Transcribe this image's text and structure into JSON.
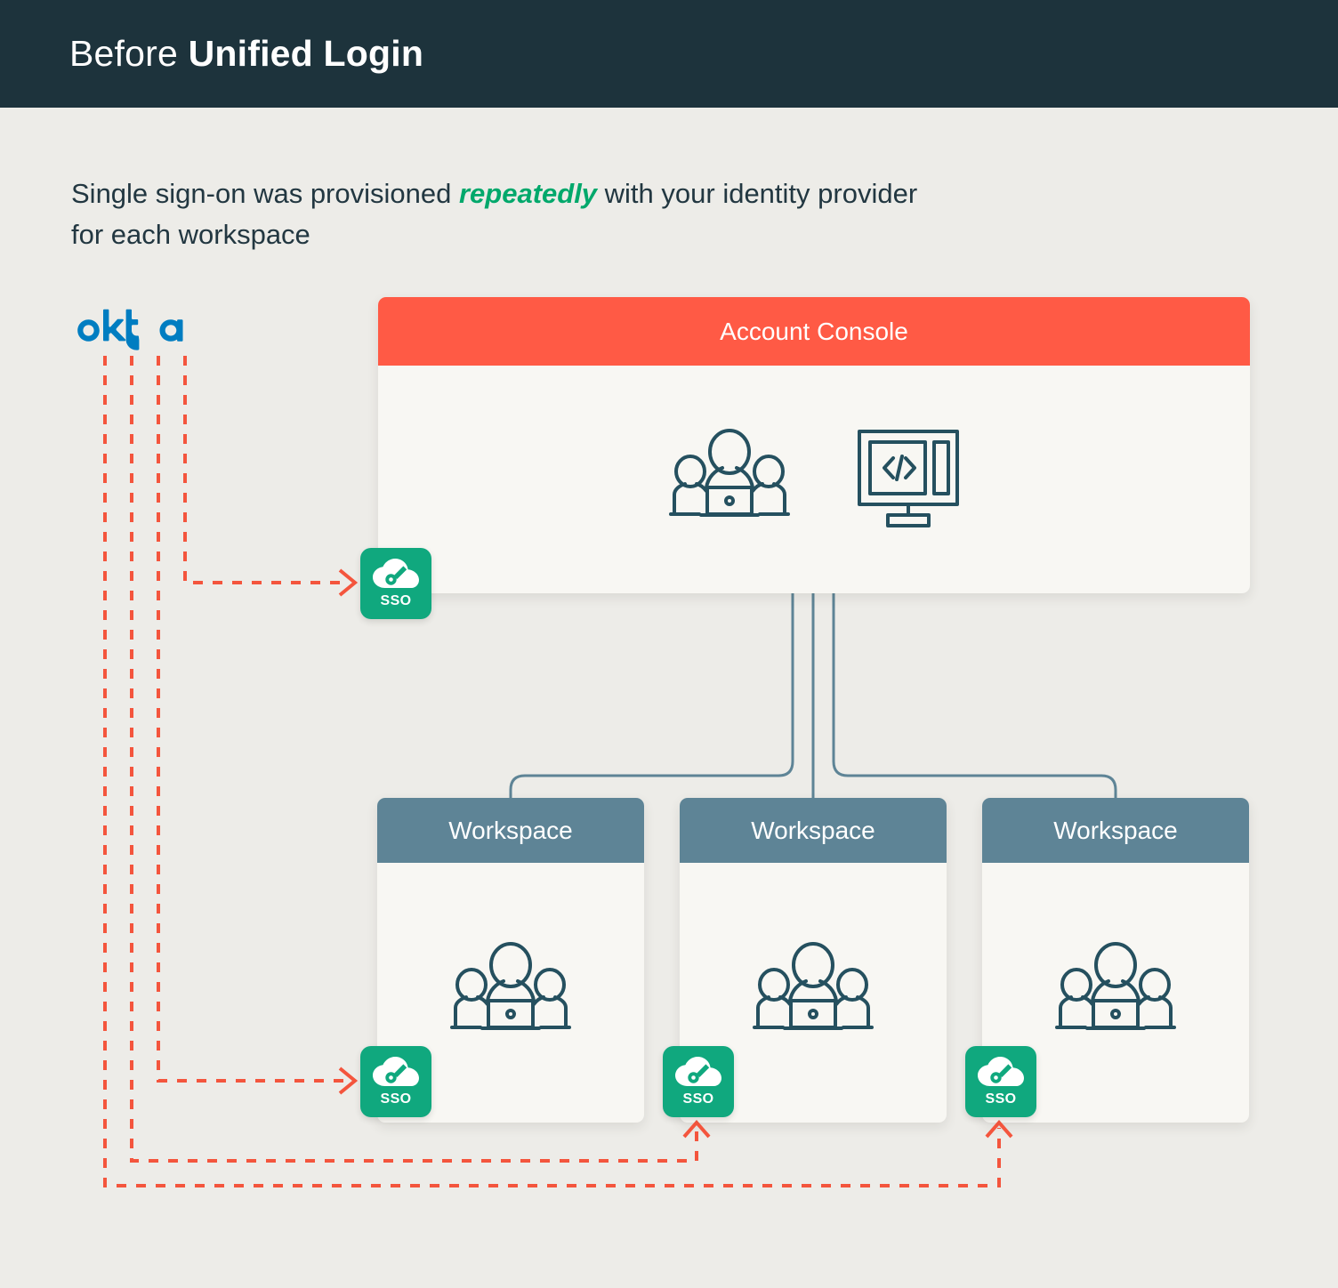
{
  "header": {
    "title_regular": "Before ",
    "title_bold": "Unified Login",
    "background": "#1D333C",
    "text_color": "#FFFFFF"
  },
  "subtitle": {
    "part1": "Single sign-on was provisioned ",
    "emphasis": "repeatedly",
    "part2": " with your identity provider for each workspace",
    "emphasis_color": "#00A86B"
  },
  "identity_provider": {
    "name": "okta",
    "logo_color": "#007DC1"
  },
  "diagram": {
    "account_console": {
      "title": "Account Console",
      "header_color": "#FF5A45",
      "body_color": "#F8F7F3",
      "icons": [
        "people-laptop-icon",
        "monitor-code-icon"
      ]
    },
    "workspaces": [
      {
        "title": "Workspace",
        "header_color": "#5E8496",
        "icon": "people-laptop-icon"
      },
      {
        "title": "Workspace",
        "header_color": "#5E8496",
        "icon": "people-laptop-icon"
      },
      {
        "title": "Workspace",
        "header_color": "#5E8496",
        "icon": "people-laptop-icon"
      }
    ],
    "sso_badges": [
      {
        "label": "SSO",
        "icon": "cloud-key-icon",
        "target": "account-console",
        "color": "#10A87E"
      },
      {
        "label": "SSO",
        "icon": "cloud-key-icon",
        "target": "workspace-1",
        "color": "#10A87E"
      },
      {
        "label": "SSO",
        "icon": "cloud-key-icon",
        "target": "workspace-2",
        "color": "#10A87E"
      },
      {
        "label": "SSO",
        "icon": "cloud-key-icon",
        "target": "workspace-3",
        "color": "#10A87E"
      }
    ],
    "connector_color": "#5E8496",
    "sso_link_color": "#F4553D",
    "sso_link_style": "dashed-arrow",
    "sso_link_count": 4,
    "background": "#EDECE8"
  }
}
